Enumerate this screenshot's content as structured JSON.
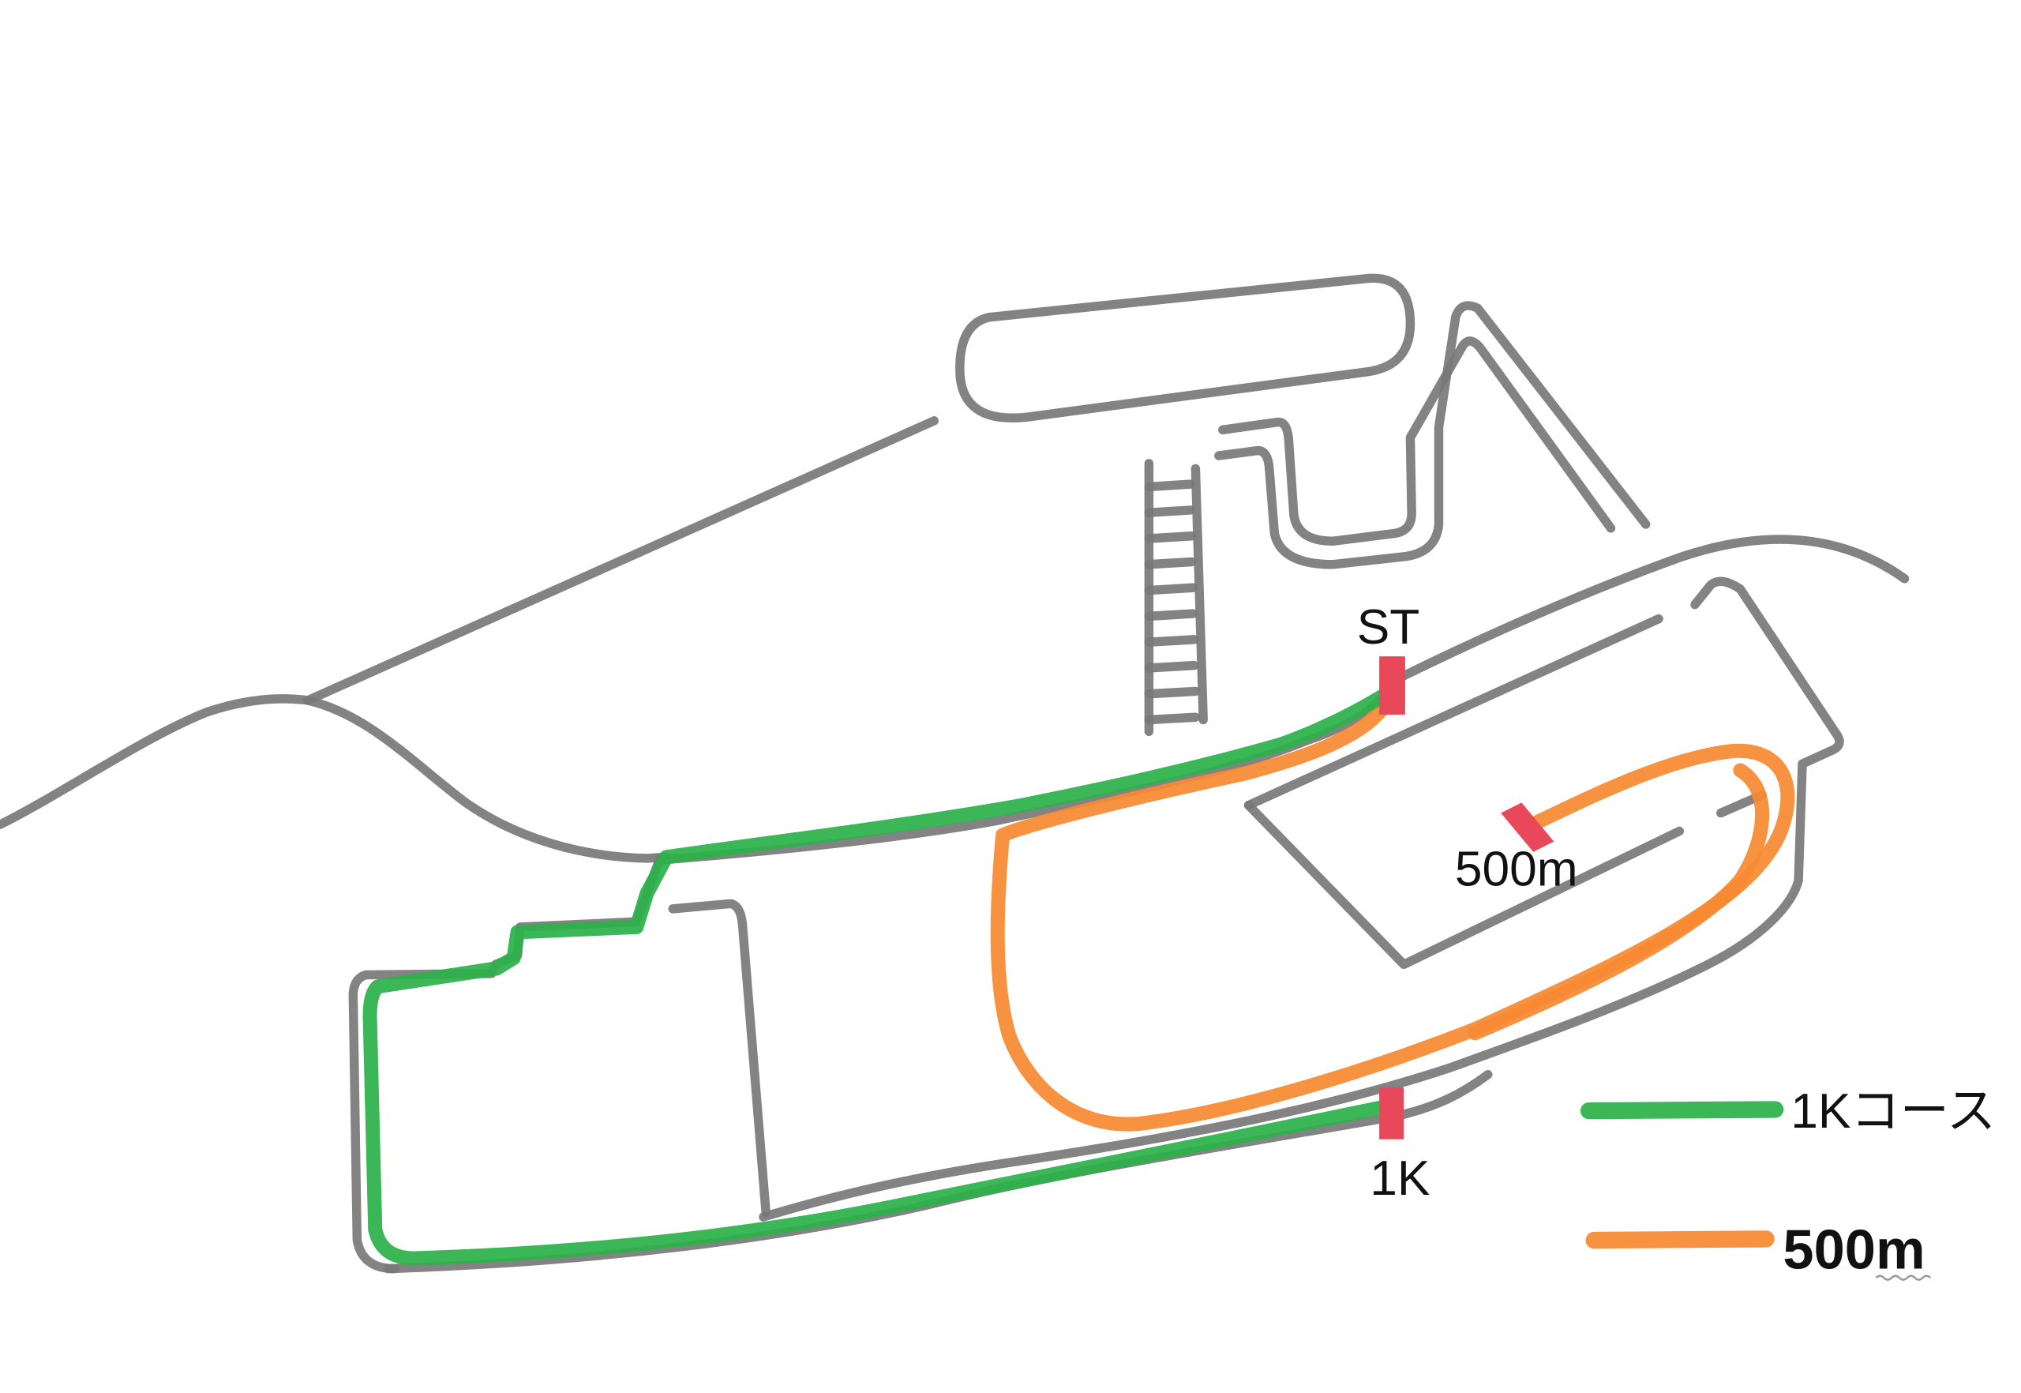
{
  "map": {
    "start_label": "ST",
    "half_marker_label": "500m",
    "one_k_marker_label": "1K"
  },
  "legend": {
    "items": [
      {
        "label": "1Kコース",
        "color": "#2db14b"
      },
      {
        "label": "500m",
        "color": "#f68a33"
      }
    ]
  },
  "colors": {
    "road": "#787878",
    "course_1k": "#2db14b",
    "course_500m": "#f68a33",
    "marker": "#e9475a",
    "label_text": "#111111"
  }
}
